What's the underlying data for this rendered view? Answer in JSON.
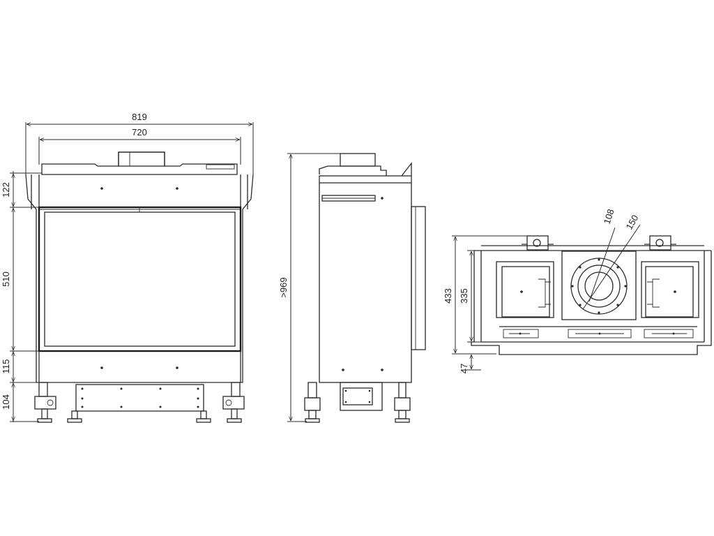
{
  "front_view": {
    "dim_overall_width": "819",
    "dim_glass_width": "720",
    "dim_top": "122",
    "dim_glass_height": "510",
    "dim_bottom": "115",
    "dim_legs": "104"
  },
  "side_view": {
    "dim_total_height": ">969"
  },
  "top_view": {
    "dim_depth": "433",
    "dim_inner_depth": "335",
    "dim_offset": "47",
    "dim_flue_inner": "108",
    "dim_flue_outer": "150"
  }
}
